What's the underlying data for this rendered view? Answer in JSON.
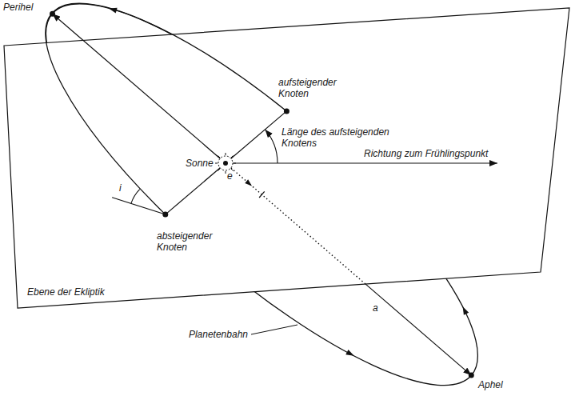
{
  "diagram": {
    "labels": [
      "Perihel",
      "aufsteigender Knoten",
      "Länge des aufsteigenden Knotens",
      "Sonne",
      "Richtung zum Frühlingspunkt",
      "e",
      "i",
      "absteigender Knoten",
      "Ebene der Ekliptik",
      "a",
      "Planetenbahn",
      "Aphel"
    ]
  }
}
